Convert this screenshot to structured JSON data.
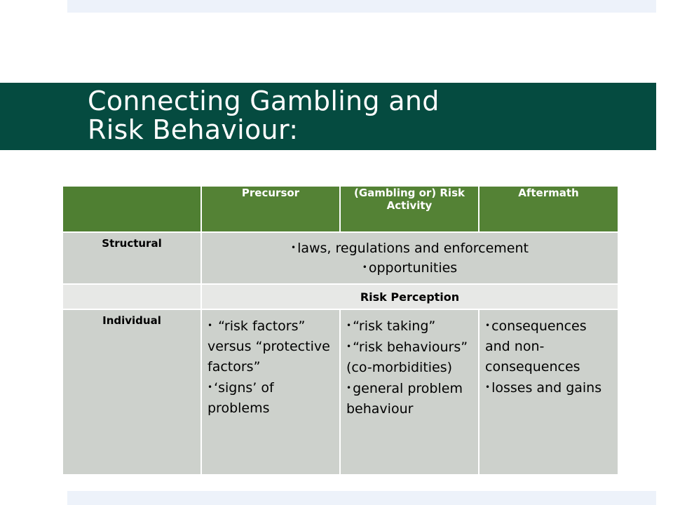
{
  "title": {
    "line1": "Connecting Gambling and",
    "line2": "Risk Behaviour:"
  },
  "table": {
    "headers": [
      "",
      "Precursor",
      "(Gambling or) Risk Activity",
      "Aftermath"
    ],
    "structural": {
      "label": "Structural",
      "items": [
        "laws, regulations and enforcement",
        "opportunities"
      ]
    },
    "risk_perception": "Risk Perception",
    "individual": {
      "label": "Individual",
      "precursor": [
        " “risk factors” versus “protective factors”",
        "‘signs’ of problems"
      ],
      "activity": [
        "“risk taking”",
        "“risk behaviours” (co-morbidities)",
        "general problem behaviour"
      ],
      "aftermath": [
        "consequences and non-consequences",
        "losses and gains"
      ]
    }
  }
}
